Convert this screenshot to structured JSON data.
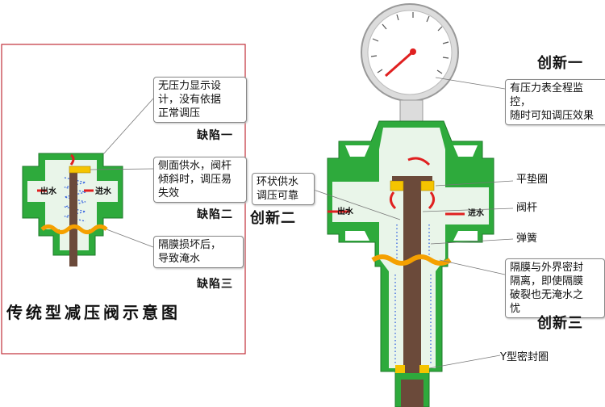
{
  "title": "传统型减压阀示意图",
  "traditional": {
    "notes": [
      {
        "text": "无压力显示设计，没有依据正常调压",
        "lines": "无压力显示设\n计，没有依据\n正常调压",
        "defect": "缺陷一"
      },
      {
        "text": "侧面供水，阀杆倾斜时，调压易失效",
        "lines": "侧面供水，阀杆\n倾斜时，调压易\n失效",
        "defect": "缺陷二"
      },
      {
        "text": "隔膜损坏后，导致淹水",
        "lines": "隔膜损坏后，\n导致淹水",
        "defect": "缺陷三"
      }
    ],
    "outlet_label": "出水",
    "inlet_label": "进水"
  },
  "innovative": {
    "notes": [
      {
        "text": "有压力表全程监控，随时可知调压效果",
        "lines": "有压力表全程监控，\n随时可知调压效果",
        "heading": "创新一"
      },
      {
        "text": "环状供水调压可靠",
        "lines": "环状供水\n调压可靠",
        "heading": "创新二"
      },
      {
        "text": "隔膜与外界密封隔离，即使隔膜破裂也无淹水之忧",
        "lines": "隔膜与外界密封\n隔离，即使隔膜\n破裂也无淹水之\n忧",
        "heading": "创新三"
      }
    ],
    "parts": [
      "平垫圈",
      "阀杆",
      "弹簧",
      "Y型密封圈"
    ],
    "outlet_label": "出水",
    "inlet_label": "进水"
  },
  "colors": {
    "body_green": "#2eaa3c",
    "inner_light": "#e9f5e9",
    "stem_brown": "#6b4a3a",
    "diaphragm_yellow": "#f5c400",
    "accent_red": "#e02020",
    "spring_blue": "#3060e0",
    "frame_red": "#c0303a"
  }
}
